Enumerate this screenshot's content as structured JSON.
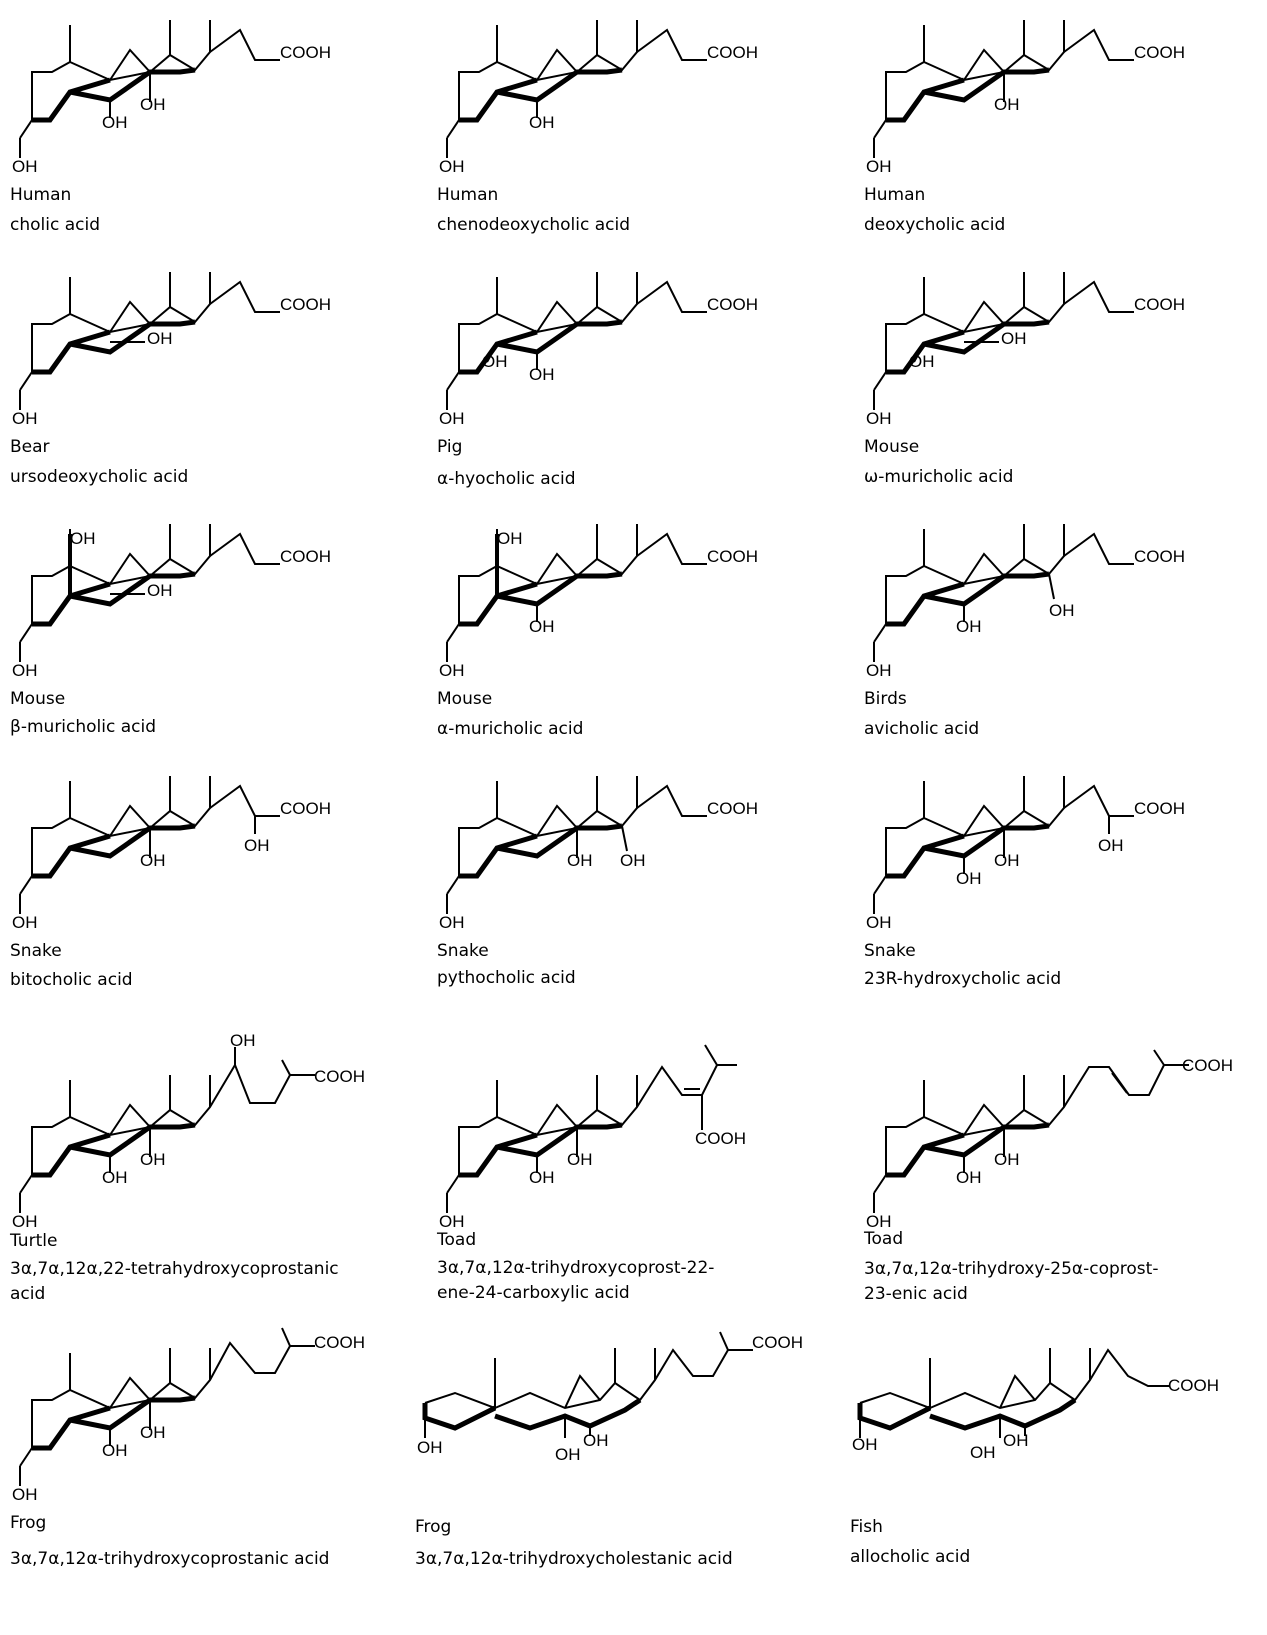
{
  "compounds": [
    {
      "species": "Human",
      "name": [
        "cholic acid"
      ],
      "top_group": "COOH",
      "labels": [
        "OH",
        "OH",
        "OH"
      ]
    },
    {
      "species": "Human",
      "name": [
        "chenodeoxycholic acid"
      ],
      "top_group": "COOH",
      "labels": [
        "OH",
        "OH"
      ]
    },
    {
      "species": "Human",
      "name": [
        "deoxycholic acid"
      ],
      "top_group": "COOH",
      "labels": [
        "OH",
        "OH"
      ]
    },
    {
      "species": "Bear",
      "name": [
        "ursodeoxycholic acid"
      ],
      "top_group": "COOH",
      "labels": [
        "OH",
        "OH"
      ]
    },
    {
      "species": "Pig",
      "name": [
        "α-hyocholic acid"
      ],
      "top_group": "COOH",
      "labels": [
        "OH",
        "OH",
        "OH"
      ]
    },
    {
      "species": "Mouse",
      "name": [
        "ω-muricholic acid"
      ],
      "top_group": "COOH",
      "labels": [
        "OH",
        "OH",
        "OH"
      ]
    },
    {
      "species": "Mouse",
      "name": [
        "β-muricholic acid"
      ],
      "top_group": "COOH",
      "labels": [
        "OH",
        "OH",
        "OH"
      ]
    },
    {
      "species": "Mouse",
      "name": [
        "α-muricholic acid"
      ],
      "top_group": "COOH",
      "labels": [
        "OH",
        "OH",
        "OH"
      ]
    },
    {
      "species": "Birds",
      "name": [
        "avicholic acid"
      ],
      "top_group": "COOH",
      "labels": [
        "OH",
        "OH",
        "OH"
      ]
    },
    {
      "species": "Snake",
      "name": [
        "bitocholic acid"
      ],
      "top_group": "COOH",
      "labels": [
        "OH",
        "OH",
        "OH"
      ]
    },
    {
      "species": "Snake",
      "name": [
        "pythocholic acid"
      ],
      "top_group": "COOH",
      "labels": [
        "OH",
        "OH",
        "OH"
      ]
    },
    {
      "species": "Snake",
      "name": [
        "23R-hydroxycholic acid"
      ],
      "top_group": "COOH",
      "labels": [
        "OH",
        "OH",
        "OH",
        "OH"
      ]
    },
    {
      "species": "Turtle",
      "name": [
        "3α,7α,12α,22-tetrahydroxycoprostanic",
        "acid"
      ],
      "top_group": "COOH",
      "labels": [
        "OH",
        "OH",
        "OH",
        "OH"
      ]
    },
    {
      "species": "Toad",
      "name": [
        "3α,7α,12α-trihydroxycoprost-22-",
        "ene-24-carboxylic acid"
      ],
      "top_group": "COOH",
      "labels": [
        "OH",
        "OH",
        "OH"
      ]
    },
    {
      "species": "Toad",
      "name": [
        "3α,7α,12α-trihydroxy-25α-coprost-",
        "23-enic acid"
      ],
      "top_group": "COOH",
      "labels": [
        "OH",
        "OH",
        "OH"
      ]
    },
    {
      "species": "Frog",
      "name": [
        "3α,7α,12α-trihydroxycoprostanic acid"
      ],
      "top_group": "COOH",
      "labels": [
        "OH",
        "OH",
        "OH"
      ]
    },
    {
      "species": "Frog",
      "name": [
        "3α,7α,12α-trihydroxycholestanic acid"
      ],
      "top_group": "COOH",
      "labels": [
        "OH",
        "OH",
        "OH"
      ]
    },
    {
      "species": "Fish",
      "name": [
        "allocholic acid"
      ],
      "top_group": "COOH",
      "labels": [
        "OH",
        "OH",
        "OH"
      ]
    }
  ]
}
